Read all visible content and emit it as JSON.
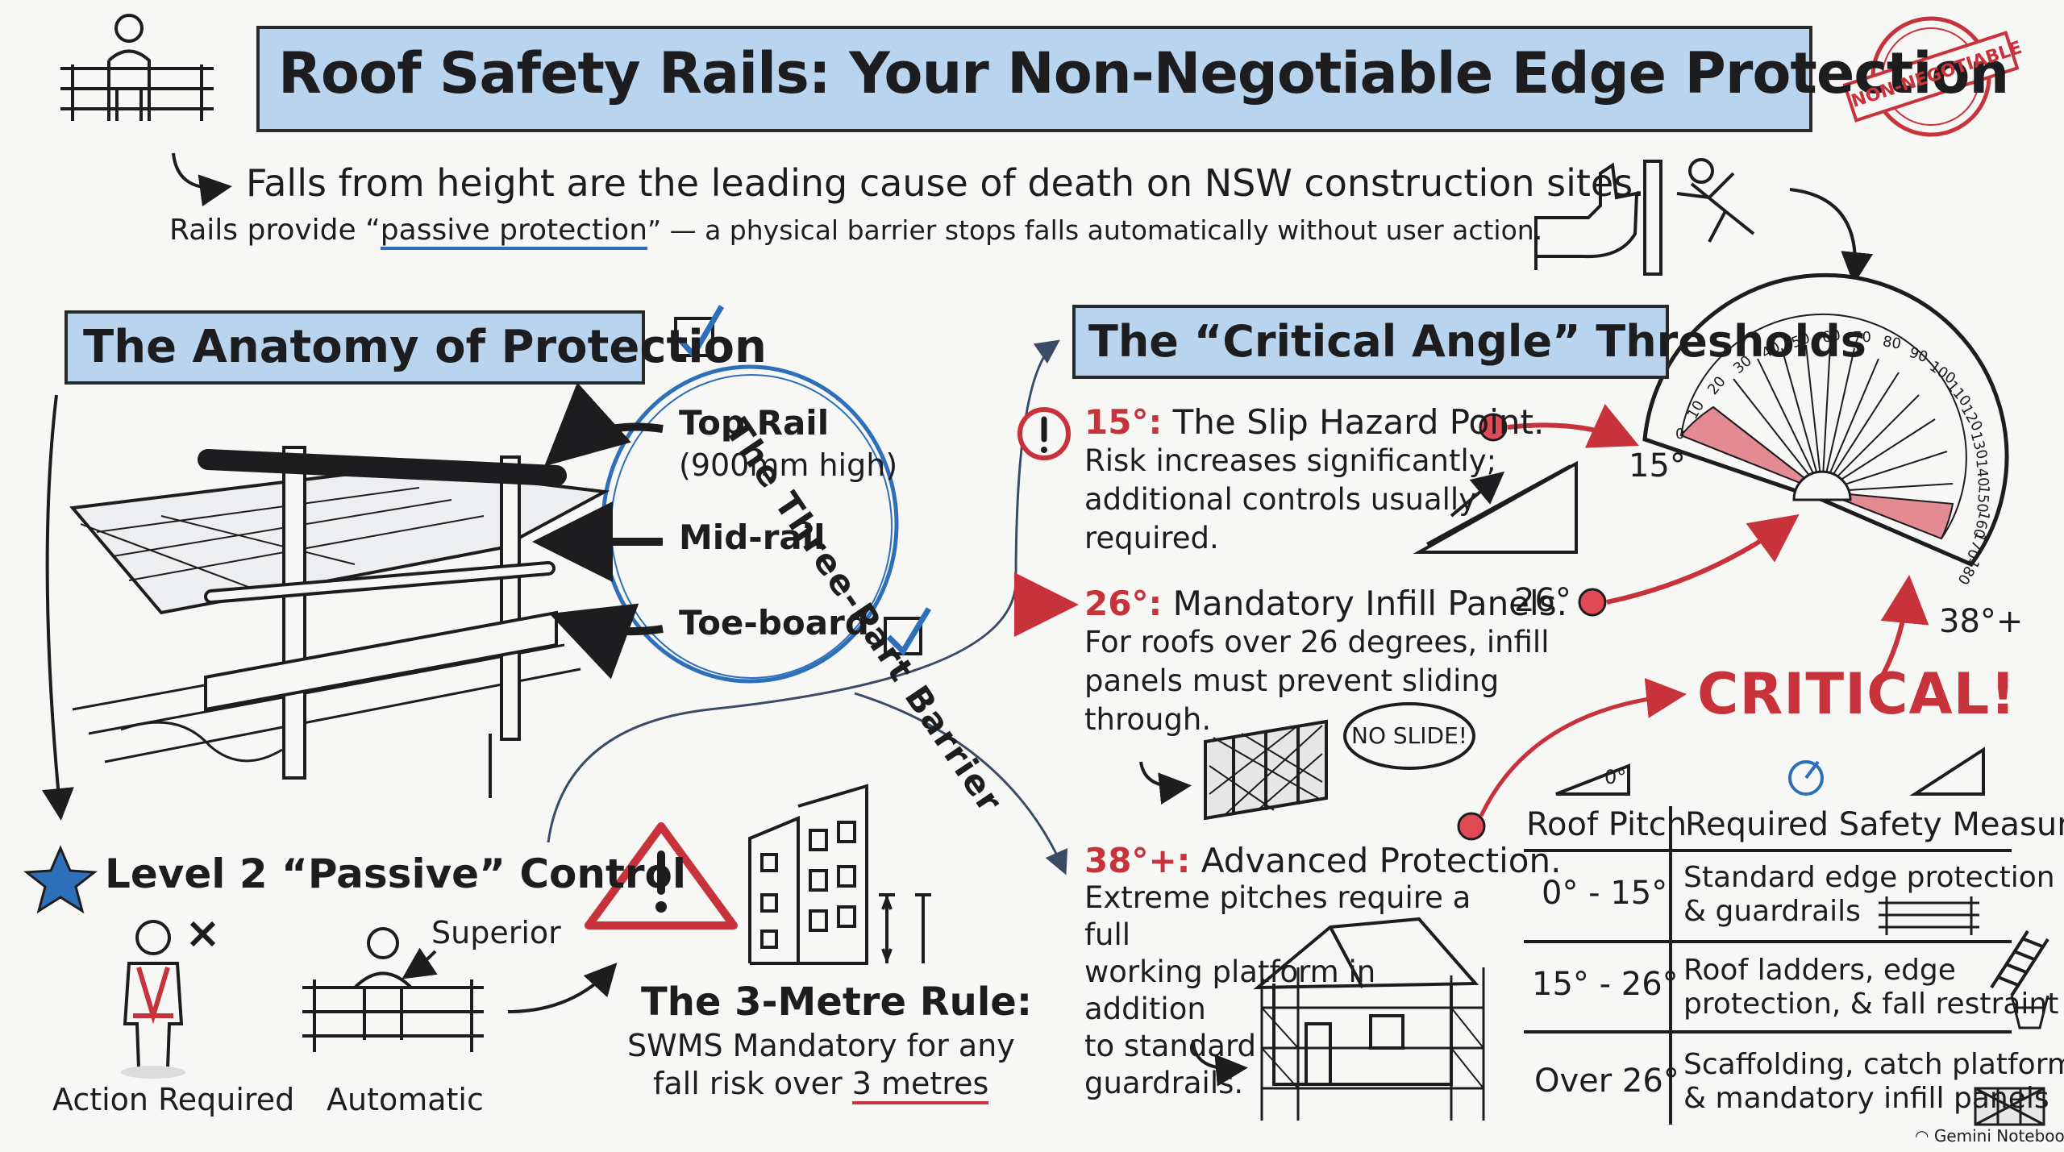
{
  "title": "Roof Safety Rails: Your Non-Negotiable Edge Protection",
  "stamp": "NON-NEGOTIABLE",
  "intro": {
    "line1": "Falls from height are the leading cause of death on NSW construction sites.",
    "line2_pre": "Rails provide “",
    "line2_em": "passive protection",
    "line2_post": "” — a physical barrier stops falls automatically without user action."
  },
  "anatomy": {
    "heading": "The Anatomy of Protection",
    "arc_label": "The Three-Part Barrier",
    "parts": [
      {
        "name": "Top Rail",
        "note": "(900mm high)"
      },
      {
        "name": "Mid-rail"
      },
      {
        "name": "Toe-board"
      }
    ]
  },
  "control": {
    "heading": "Level 2 “Passive” Control",
    "left_label": "Action Required",
    "right_label": "Automatic",
    "superior_label": "Superior"
  },
  "rule": {
    "heading": "The 3-Metre Rule:",
    "line1": "SWMS Mandatory for any",
    "line2_pre": "fall risk over ",
    "line2_em": "3 metres"
  },
  "angles": {
    "heading": "The “Critical Angle” Thresholds",
    "items": [
      {
        "angle": "15°:",
        "title": "The Slip Hazard Point.",
        "lines": [
          "Risk increases significantly;",
          "additional controls usually",
          "required."
        ]
      },
      {
        "angle": "26°:",
        "title": "Mandatory Infill Panels.",
        "lines": [
          "For roofs over 26 degrees, infill",
          "panels must prevent sliding",
          "through."
        ]
      },
      {
        "angle": "38°+:",
        "title": "Advanced Protection.",
        "lines": [
          "Extreme pitches require a full",
          "working platform in addition",
          "to standard",
          "guardrails."
        ]
      }
    ],
    "no_slide": "NO SLIDE!",
    "critical": "CRITICAL!"
  },
  "protractor": {
    "ticks": [
      "0",
      "10",
      "20",
      "30",
      "40",
      "50",
      "60",
      "70",
      "80",
      "90",
      "100",
      "110",
      "120",
      "130",
      "140",
      "150",
      "160",
      "170",
      "180"
    ],
    "markers": [
      "15°",
      "26°",
      "38°+"
    ]
  },
  "table": {
    "header_left": "Roof Pitch",
    "header_right": "Required Safety Measure",
    "zero_label": "0°",
    "rows": [
      {
        "pitch": "0° - 15°",
        "lines": [
          "Standard edge protection",
          "& guardrails"
        ]
      },
      {
        "pitch": "15° - 26°",
        "lines": [
          "Roof ladders, edge",
          "protection, & fall restraint"
        ]
      },
      {
        "pitch": "Over 26°",
        "lines": [
          "Scaffolding, catch platforms,",
          "& mandatory infill panels"
        ]
      }
    ]
  },
  "footer": "Gemini Notebook",
  "colors": {
    "banner": "#b9d4ef",
    "accent_red": "#c8323a",
    "accent_blue": "#2d6fb8",
    "ink": "#1d1d1f"
  }
}
